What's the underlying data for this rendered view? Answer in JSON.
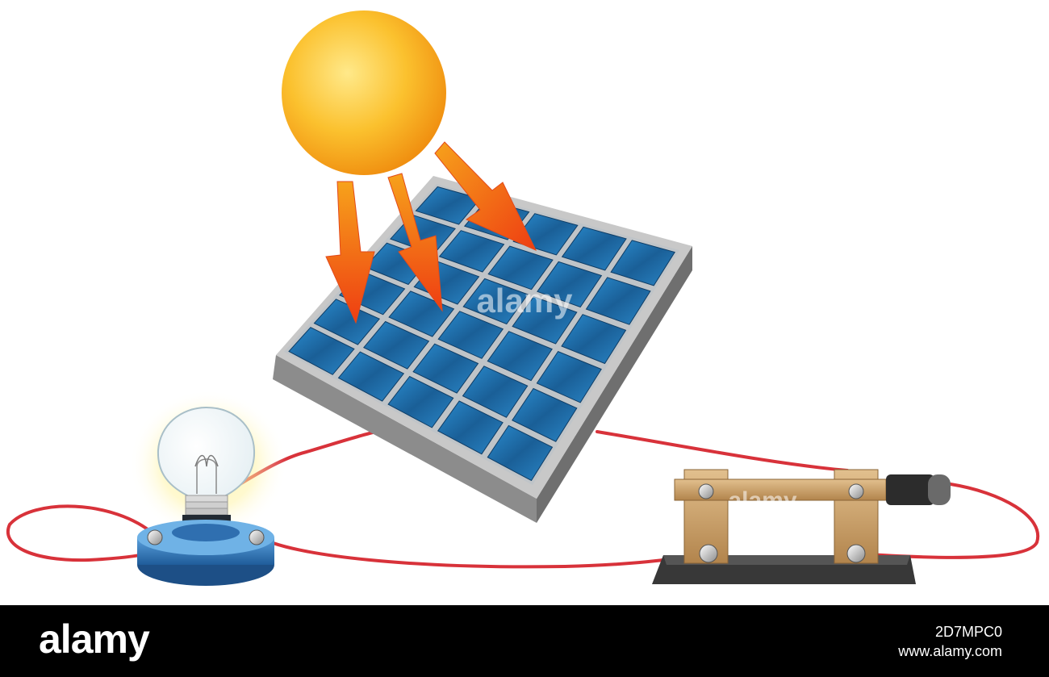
{
  "watermark": {
    "center_text": "alamy",
    "switch_text": "alamy"
  },
  "footer": {
    "logo": "alamy",
    "image_id": "2D7MPC0",
    "url": "www.alamy.com"
  },
  "colors": {
    "wire": "#d8323a",
    "sun": "#f8b321",
    "arrow": "#f05a1a",
    "panel_cell": "#1e6fae",
    "switch_brass": "#c79a62",
    "bulb_base": "#2f6fb0"
  },
  "icons": [
    "sun-icon",
    "solar-panel-icon",
    "light-bulb-icon",
    "knife-switch-icon",
    "arrow-icon"
  ]
}
